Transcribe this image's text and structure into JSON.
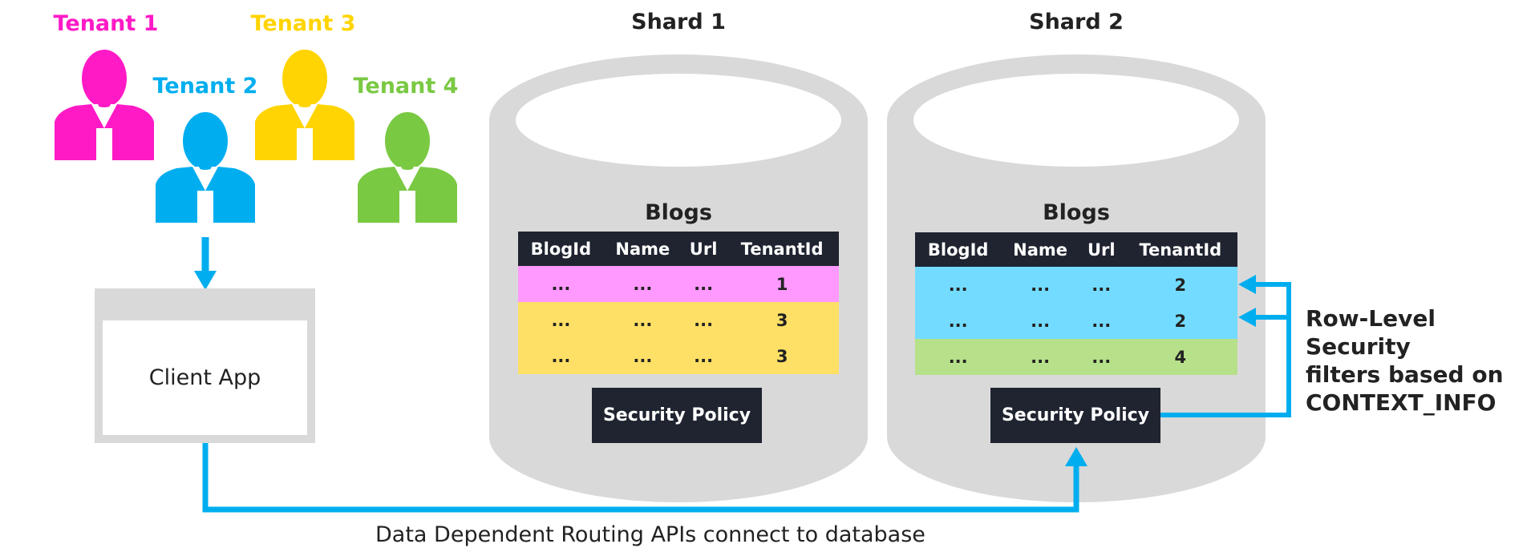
{
  "tenants": [
    {
      "label": "Tenant 1",
      "color": "#ff1ac6"
    },
    {
      "label": "Tenant 2",
      "color": "#00aeef"
    },
    {
      "label": "Tenant 3",
      "color": "#ffd400"
    },
    {
      "label": "Tenant 4",
      "color": "#7ac943"
    }
  ],
  "client_app": {
    "label": "Client App"
  },
  "shards": [
    {
      "title": "Shard 1",
      "table_title": "Blogs",
      "columns": [
        "BlogId",
        "Name",
        "Url",
        "TenantId"
      ],
      "rows": [
        {
          "cells": [
            "...",
            "...",
            "...",
            "1"
          ],
          "color": "#ff99ff"
        },
        {
          "cells": [
            "...",
            "...",
            "...",
            "3"
          ],
          "color": "#ffe066"
        },
        {
          "cells": [
            "...",
            "...",
            "...",
            "3"
          ],
          "color": "#ffe066"
        }
      ],
      "policy_label": "Security Policy"
    },
    {
      "title": "Shard 2",
      "table_title": "Blogs",
      "columns": [
        "BlogId",
        "Name",
        "Url",
        "TenantId"
      ],
      "rows": [
        {
          "cells": [
            "...",
            "...",
            "...",
            "2"
          ],
          "color": "#73dbff"
        },
        {
          "cells": [
            "...",
            "...",
            "...",
            "2"
          ],
          "color": "#73dbff"
        },
        {
          "cells": [
            "...",
            "...",
            "...",
            "4"
          ],
          "color": "#b6e08a"
        }
      ],
      "policy_label": "Security Policy"
    }
  ],
  "rls_note": [
    "Row-Level Security",
    "filters based on",
    "CONTEXT_INFO"
  ],
  "routing_label": "Data Dependent Routing APIs connect to database",
  "colors": {
    "arrow": "#00aeef",
    "cylinder": "#d9d9d9",
    "dark": "#1f2430"
  }
}
